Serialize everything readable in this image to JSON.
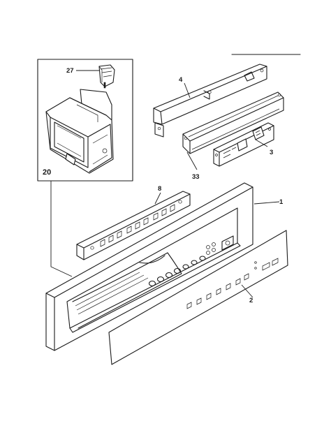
{
  "callouts": {
    "c27": "27",
    "c20": "20",
    "c4": "4",
    "c3": "3",
    "c33": "33",
    "c8": "8",
    "c1": "1",
    "c2": "2"
  }
}
